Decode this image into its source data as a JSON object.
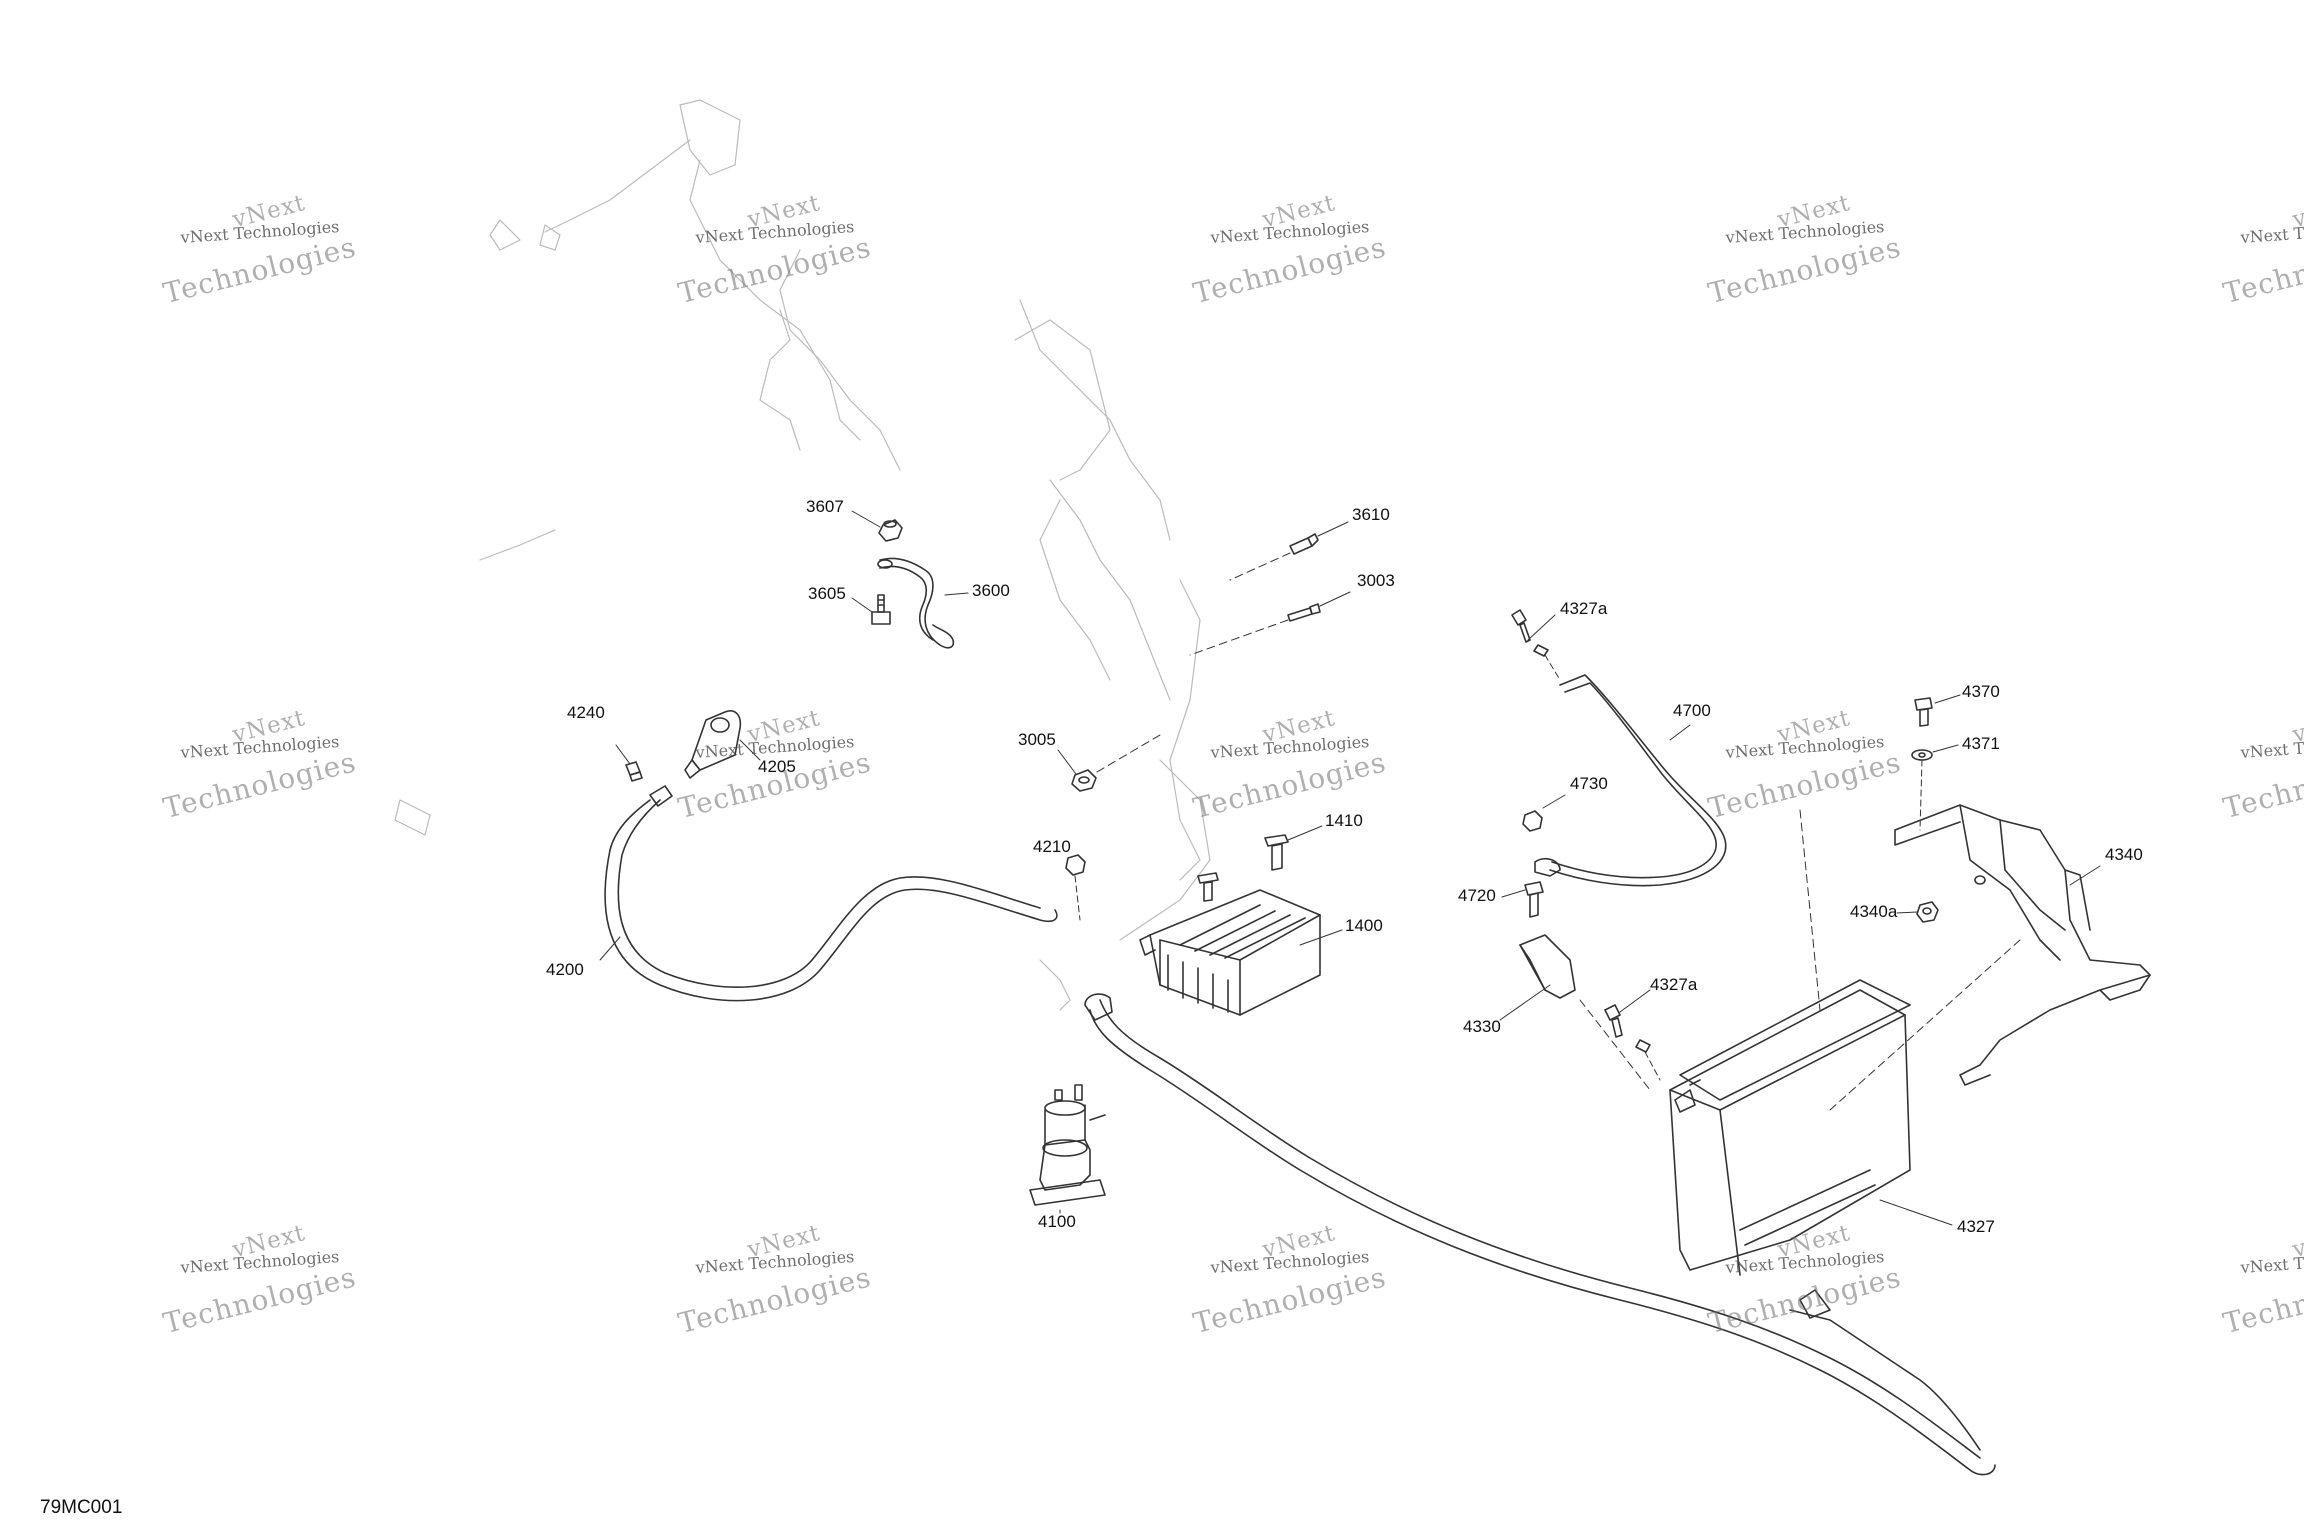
{
  "diagram_code": "79MC001",
  "watermark": {
    "line1": "vNext",
    "line2": "vNext Technologies",
    "line3": "Technologies"
  },
  "callouts": [
    {
      "id": "3607",
      "text": "3607"
    },
    {
      "id": "3610",
      "text": "3610"
    },
    {
      "id": "3605",
      "text": "3605"
    },
    {
      "id": "3600",
      "text": "3600"
    },
    {
      "id": "3003",
      "text": "3003"
    },
    {
      "id": "4327a_top",
      "text": "4327a"
    },
    {
      "id": "4370",
      "text": "4370"
    },
    {
      "id": "4700",
      "text": "4700"
    },
    {
      "id": "4240",
      "text": "4240"
    },
    {
      "id": "4205",
      "text": "4205"
    },
    {
      "id": "3005",
      "text": "3005"
    },
    {
      "id": "4371",
      "text": "4371"
    },
    {
      "id": "4730",
      "text": "4730"
    },
    {
      "id": "1410",
      "text": "1410"
    },
    {
      "id": "4210",
      "text": "4210"
    },
    {
      "id": "4340",
      "text": "4340"
    },
    {
      "id": "4720",
      "text": "4720"
    },
    {
      "id": "4340a",
      "text": "4340a"
    },
    {
      "id": "1400",
      "text": "1400"
    },
    {
      "id": "4200",
      "text": "4200"
    },
    {
      "id": "4327a_bottom",
      "text": "4327a"
    },
    {
      "id": "4330",
      "text": "4330"
    },
    {
      "id": "4100",
      "text": "4100"
    },
    {
      "id": "4327",
      "text": "4327"
    }
  ]
}
